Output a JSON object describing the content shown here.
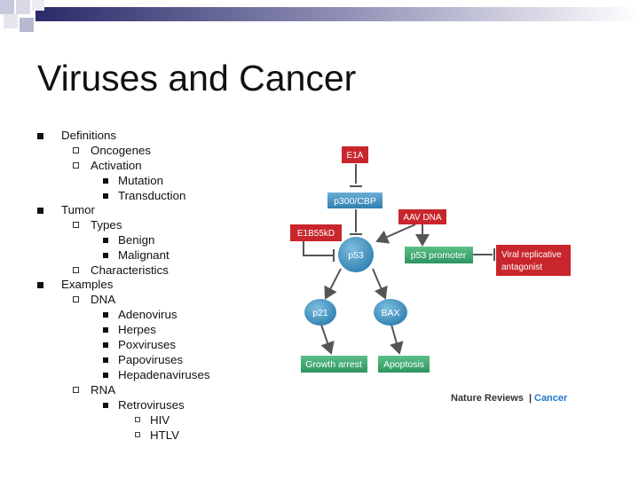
{
  "slide": {
    "title": "Viruses and Cancer"
  },
  "outline": {
    "definitions": "Definitions",
    "oncogenes": "Oncogenes",
    "activation": "Activation",
    "mutation": "Mutation",
    "transduction": "Transduction",
    "tumor": "Tumor",
    "types": "Types",
    "benign": "Benign",
    "malignant": "Malignant",
    "characteristics": "Characteristics",
    "examples": "Examples",
    "dna": "DNA",
    "adenovirus": "Adenovirus",
    "herpes": "Herpes",
    "poxviruses": "Poxviruses",
    "papoviruses": "Papoviruses",
    "hepadenaviruses": "Hepadenaviruses",
    "rna": "RNA",
    "retroviruses": "Retroviruses",
    "hiv": "HIV",
    "htlv": "HTLV"
  },
  "diagram": {
    "nodes": {
      "e1a": "E1A",
      "p300": "p300/CBP",
      "aav_dna": "AAV DNA",
      "e1b55kd": "E1B55kD",
      "p53": "p53",
      "p53_promoter": "p53 promoter",
      "viral_antagonist_line1": "Viral replicative",
      "viral_antagonist_line2": "antagonist",
      "p21": "p21",
      "bax": "BAX",
      "growth_arrest": "Growth arrest",
      "apoptosis": "Apoptosis"
    },
    "credit": {
      "journal": "Nature Reviews",
      "separator": "|",
      "section": "Cancer"
    },
    "colors": {
      "red": "#c8262c",
      "blue": "#2f7fb0",
      "green": "#3aa36a",
      "credit_accent": "#1f78c8"
    }
  }
}
